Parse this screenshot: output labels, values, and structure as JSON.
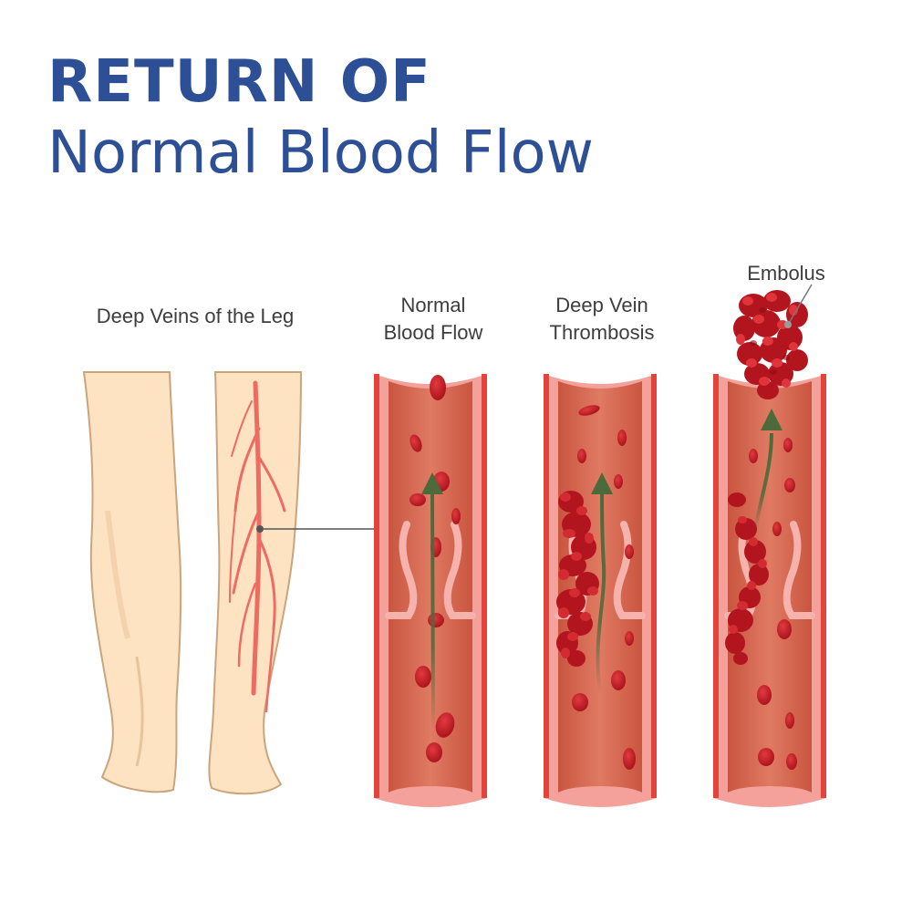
{
  "title": {
    "line1": "RETURN OF",
    "line2": "Normal Blood Flow"
  },
  "labels": {
    "legs": "Deep Veins of the Leg",
    "normal_line1": "Normal",
    "normal_line2": "Blood Flow",
    "dvt_line1": "Deep Vein",
    "dvt_line2": "Thrombosis",
    "embolus": "Embolus"
  },
  "colors": {
    "title": "#2d4f96",
    "label_text": "#3d3d3d",
    "skin": "#fde3c2",
    "skin_outline": "#c9a47d",
    "vein": "#ee6b62",
    "vessel_wall": "#f3a19a",
    "vessel_edge": "#e2433a",
    "vessel_inner": "#d96b57",
    "blood_cell": "#c41a23",
    "flow_arrow": "#4c6a3a",
    "valve": "#f6b3ad"
  }
}
